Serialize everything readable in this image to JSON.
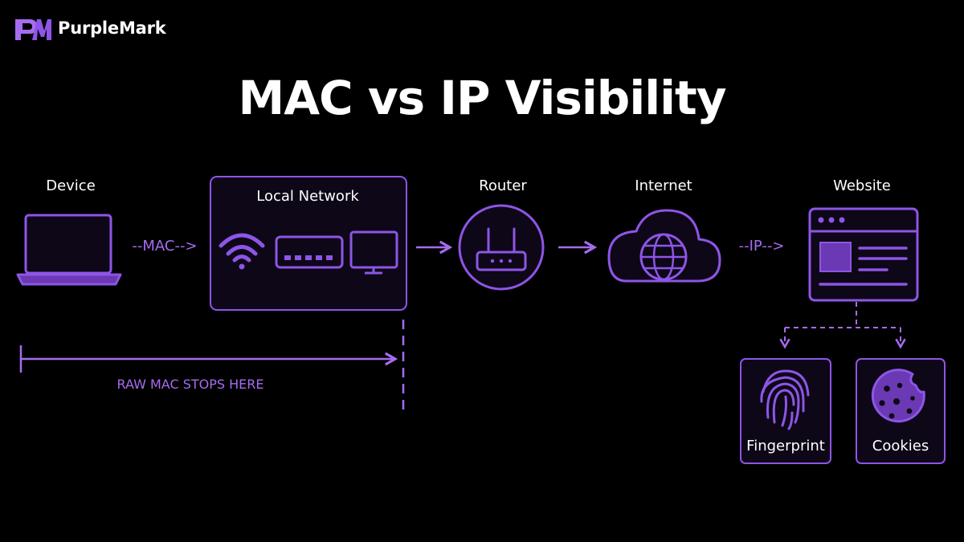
{
  "brand": {
    "name": "PurpleMark",
    "logo_icon": "pm-monogram-icon"
  },
  "title": "MAC vs IP Visibility",
  "colors": {
    "accent": "#a66cf0",
    "stroke": "#8e55e6",
    "fill": "#6a39b3",
    "box_bg": "#0d0718"
  },
  "nodes": {
    "device": {
      "label": "Device",
      "icon": "laptop-icon"
    },
    "local_network": {
      "label": "Local Network",
      "icons": [
        "wifi-icon",
        "switch-icon",
        "monitor-icon"
      ]
    },
    "router": {
      "label": "Router",
      "icon": "router-icon"
    },
    "internet": {
      "label": "Internet",
      "icon": "cloud-globe-icon"
    },
    "website": {
      "label": "Website",
      "icon": "browser-window-icon"
    },
    "fingerprint": {
      "label": "Fingerprint",
      "icon": "fingerprint-icon"
    },
    "cookies": {
      "label": "Cookies",
      "icon": "cookie-icon"
    }
  },
  "edges": {
    "device_to_network": "--MAC-->",
    "internet_to_website": "--IP-->"
  },
  "annotation": "RAW MAC STOPS HERE"
}
